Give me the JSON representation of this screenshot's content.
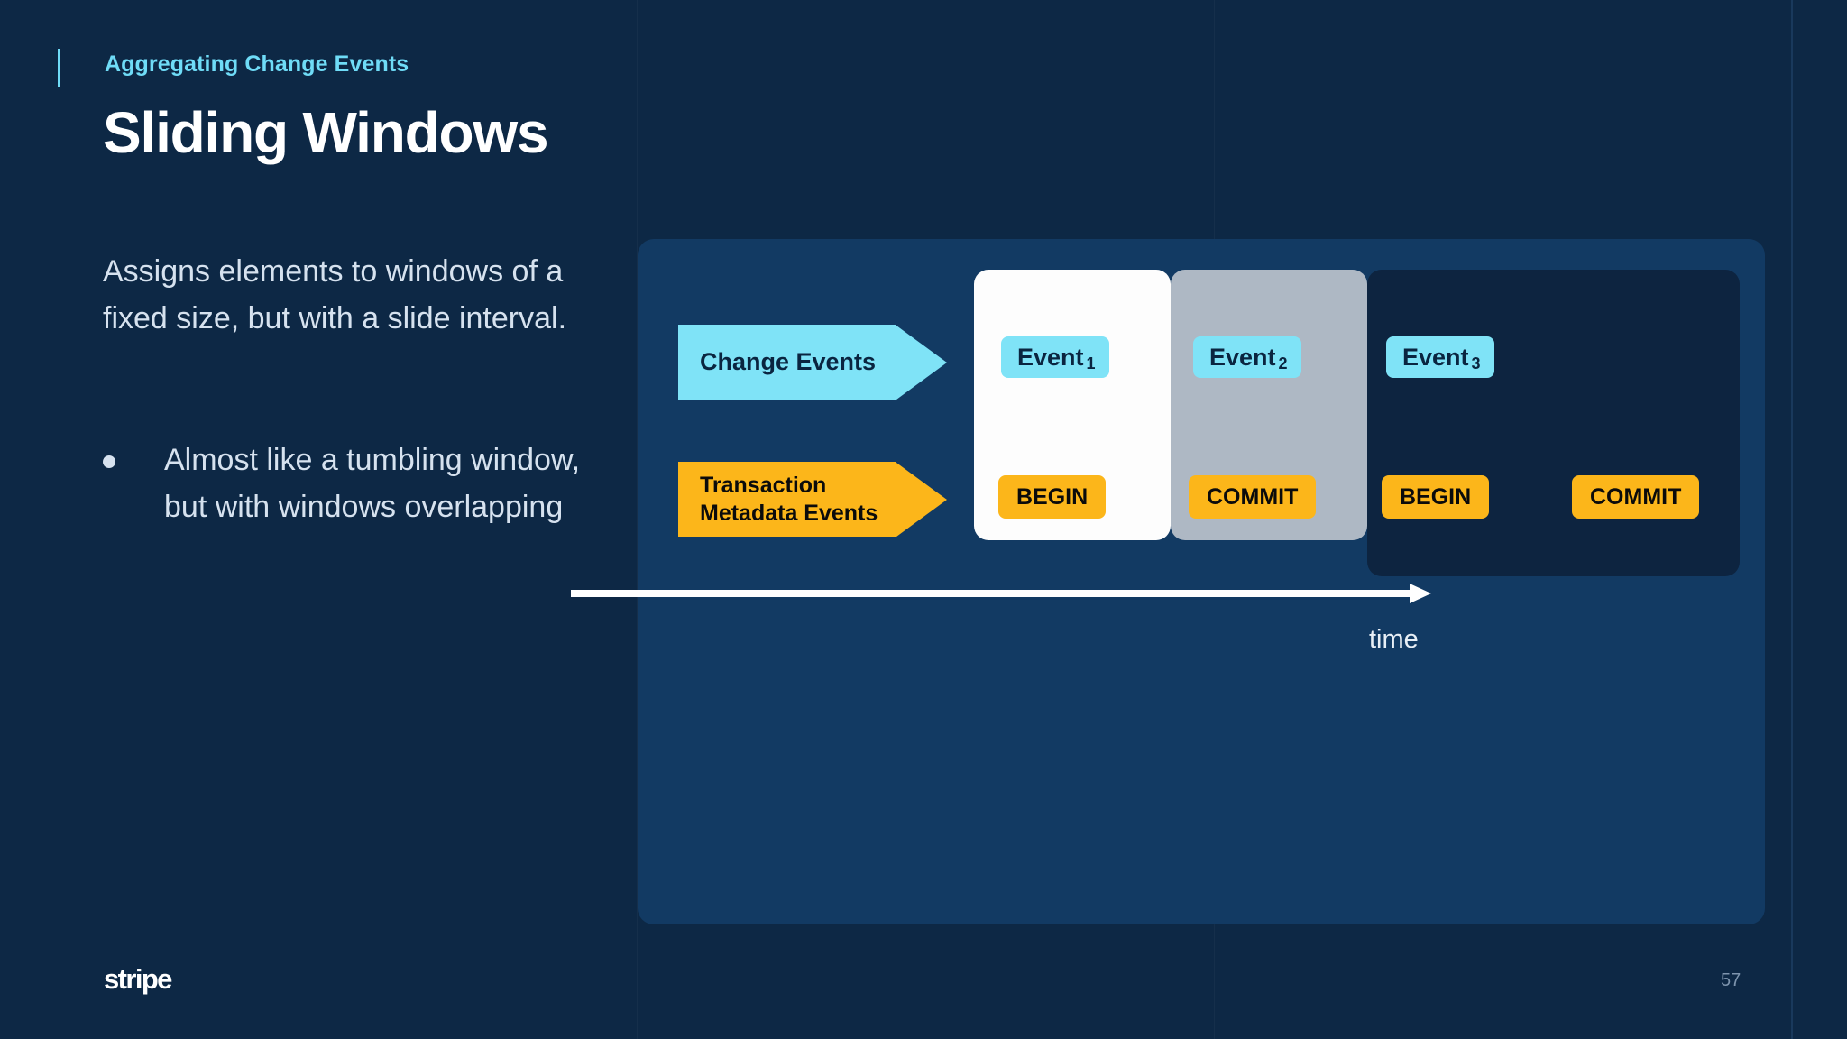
{
  "slide": {
    "eyebrow": "Aggregating Change Events",
    "title": "Sliding Windows",
    "paragraph": "Assigns elements to windows of a fixed size, but with a slide interval.",
    "bullets": [
      "Almost like a tumbling window, but with windows overlapping"
    ],
    "footer": {
      "logo": "stripe",
      "page_number": "57"
    }
  },
  "diagram": {
    "tags": [
      {
        "id": "change-events",
        "label": "Change Events",
        "color": "#7fe3f7",
        "text_color": "#0a2540"
      },
      {
        "id": "transaction-metadata-events",
        "line1": "Transaction",
        "line2": "Metadata Events",
        "color": "#fcb61a",
        "text_color": "#0b0b0b"
      }
    ],
    "windows": [
      {
        "id": "window-1",
        "fill": "#fdfdfd"
      },
      {
        "id": "window-2",
        "fill": "#aeb8c4"
      },
      {
        "id": "window-3",
        "fill": "#0d2440"
      }
    ],
    "change_event_badges": [
      {
        "label": "Event",
        "subscript": "1"
      },
      {
        "label": "Event",
        "subscript": "2"
      },
      {
        "label": "Event",
        "subscript": "3"
      }
    ],
    "metadata_badges": [
      {
        "label": "BEGIN"
      },
      {
        "label": "COMMIT"
      },
      {
        "label": "BEGIN"
      },
      {
        "label": "COMMIT"
      }
    ],
    "axis": {
      "label": "time"
    },
    "colors": {
      "background": "#0d2845",
      "card": "#123a63",
      "accent_cyan": "#6fdcf7",
      "accent_orange": "#fcb61a",
      "body_text": "#d6e2ef"
    }
  }
}
